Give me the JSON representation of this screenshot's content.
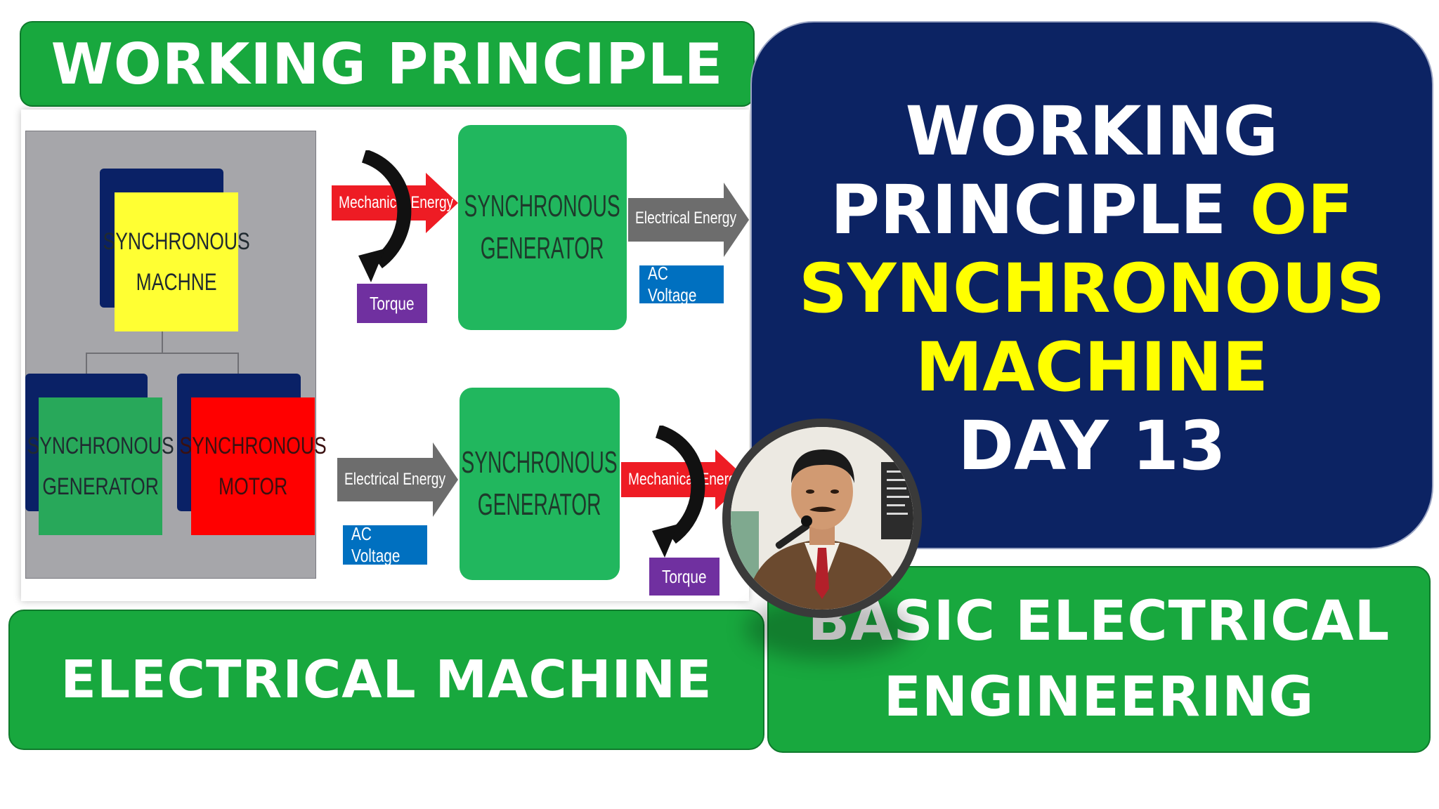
{
  "banners": {
    "top_left": "WORKING PRINCIPLE",
    "bottom_left": "ELECTRICAL MACHINE",
    "bottom_right_line1": "BASIC ELECTRICAL",
    "bottom_right_line2": "ENGINEERING"
  },
  "title": {
    "line1": "WORKING",
    "line2_white": "PRINCIPLE",
    "line2_yellow": "OF",
    "line3": "SYNCHRONOUS",
    "line4": "MACHINE",
    "line5": "DAY 13"
  },
  "diagram": {
    "tree_root_line1": "SYNCHRONOUS",
    "tree_root_line2": "MACHNE",
    "tree_left_line1": "SYNCHRONOUS",
    "tree_left_line2": "GENERATOR",
    "tree_right_line1": "SYNCHRONOUS",
    "tree_right_line2": "MOTOR",
    "top_flow": {
      "input_arrow": "Mechanical Energy",
      "input_tag": "Torque",
      "block_line1": "SYNCHRONOUS",
      "block_line2": "GENERATOR",
      "output_arrow": "Electrical Energy",
      "output_tag": "AC Voltage"
    },
    "bottom_flow": {
      "input_arrow": "Electrical Energy",
      "input_tag": "AC Voltage",
      "block_line1": "SYNCHRONOUS",
      "block_line2": "GENERATOR",
      "output_arrow": "Mechanical Energy",
      "output_tag": "Torque"
    }
  },
  "colors": {
    "banner_green": "#18a83e",
    "title_navy": "#0c2363",
    "highlight_yellow": "#ffff00",
    "arrow_red": "#ee1c24",
    "arrow_gray": "#6d6d6d",
    "tag_purple": "#7030a0",
    "tag_blue": "#0070c0",
    "block_green": "#21b75e",
    "box_yellow": "#ffff33",
    "box_red": "#ff0000"
  },
  "icons": {
    "curved_arrow": "curved-arrow-icon",
    "presenter_photo": "presenter-avatar"
  }
}
